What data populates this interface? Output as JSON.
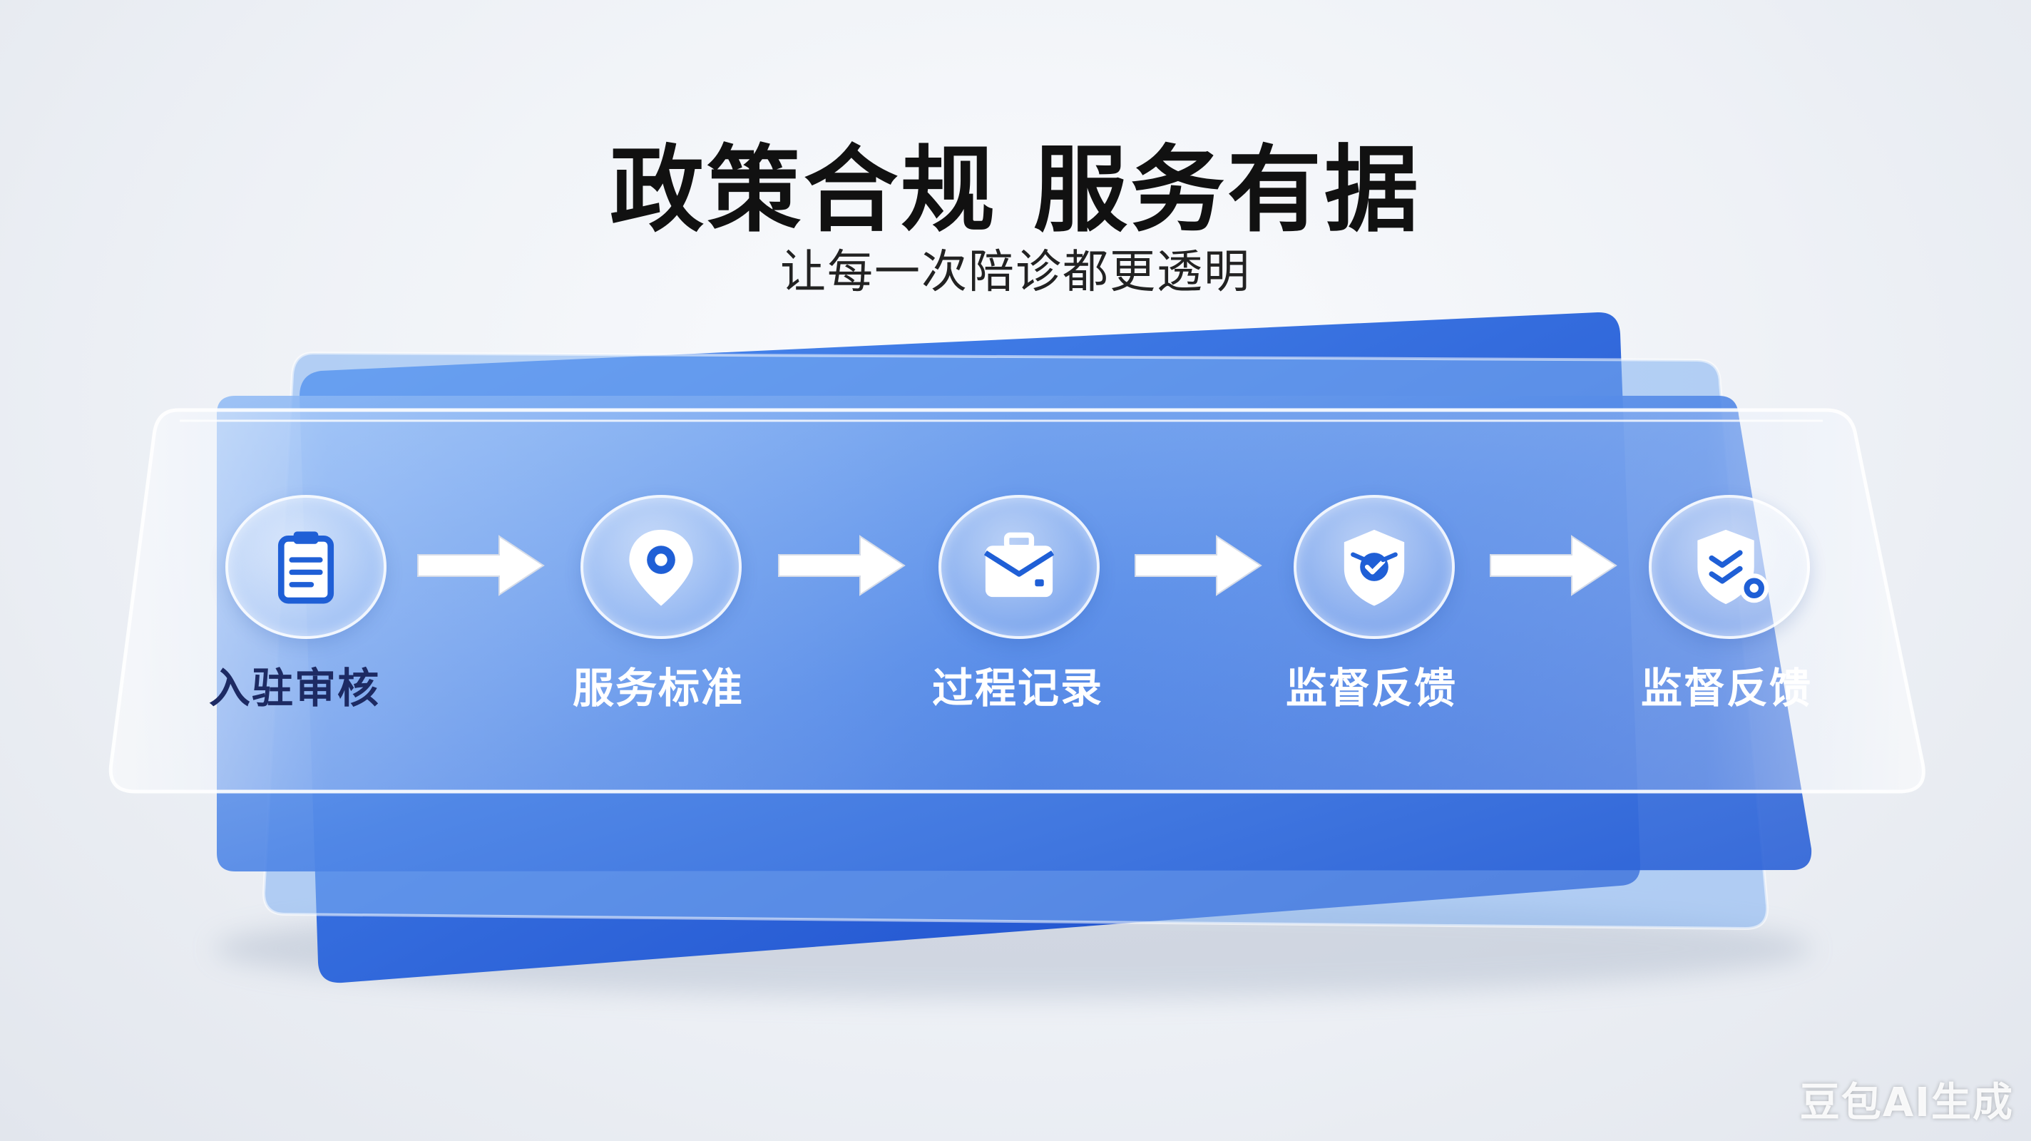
{
  "title": "政策合规 服务有据",
  "subtitle": "让每一次陪诊都更透明",
  "steps": [
    {
      "label": "入驻审核",
      "icon": "clipboard-icon",
      "label_color": "#1d2a63"
    },
    {
      "label": "服务标准",
      "icon": "location-pin-icon",
      "label_color": "#ffffff"
    },
    {
      "label": "过程记录",
      "icon": "briefcase-icon",
      "label_color": "#ffffff"
    },
    {
      "label": "监督反馈",
      "icon": "shield-badge-icon",
      "label_color": "#ffffff"
    },
    {
      "label": "监督反馈",
      "icon": "shield-check-icon",
      "label_color": "#ffffff"
    }
  ],
  "watermark": "豆包AI生成",
  "colors": {
    "accent_blue": "#1f5fd6",
    "panel_blue": "#3a78e0",
    "title": "#111111"
  }
}
